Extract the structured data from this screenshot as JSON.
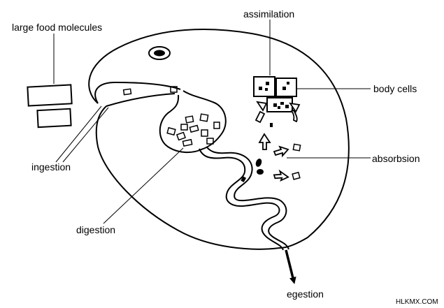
{
  "labels": {
    "large_food_molecules": "large food molecules",
    "assimilation": "assimilation",
    "body_cells": "body cells",
    "ingestion": "ingestion",
    "absorbsion": "absorbsion",
    "digestion": "digestion",
    "egestion": "egestion"
  },
  "watermark": "HLKMX.COM",
  "colors": {
    "ink": "#000000",
    "paper": "#ffffff"
  }
}
